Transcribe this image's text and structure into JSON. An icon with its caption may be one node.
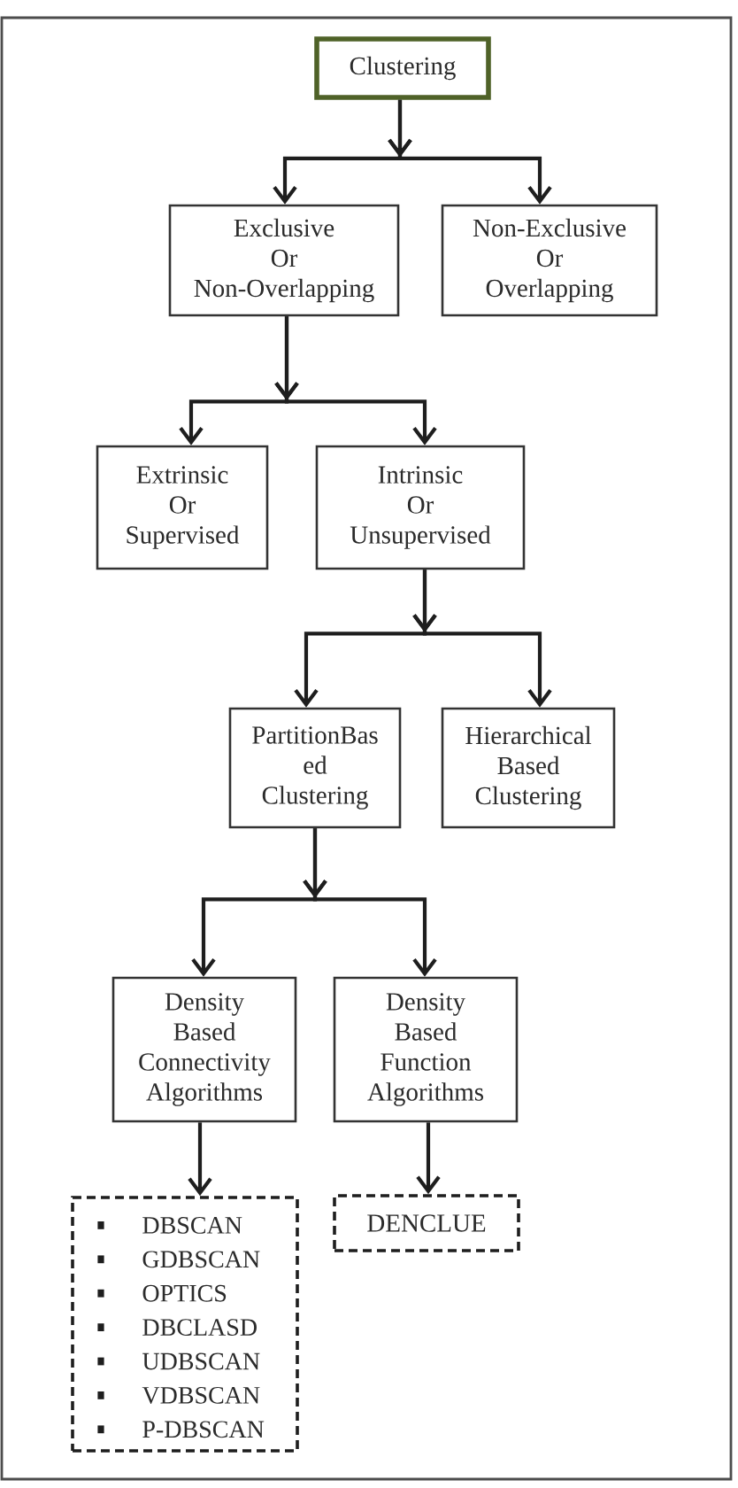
{
  "diagram": {
    "nodes": [
      {
        "text": [
          "Clustering"
        ]
      },
      {
        "text": [
          "Exclusive Or Non-Overlapping"
        ]
      },
      {
        "text": [
          "Non-Exclusive Or Overlapping"
        ]
      },
      {
        "text": [
          "Extrinsic Or Supervised"
        ]
      },
      {
        "text": [
          "Intrinsic Or Unsupervised"
        ]
      },
      {
        "text": [
          "PartitionBas ed Clustering"
        ]
      },
      {
        "text": [
          "Hierarchical Based Clustering"
        ]
      },
      {
        "text": [
          "Density Based Connectivity Algorithms"
        ]
      },
      {
        "text": [
          "Density Based Function Algorithms"
        ]
      },
      {
        "text": [
          "DBSCAN",
          "GDBSCAN",
          "OPTICS",
          "DBCLASD",
          "UDBSCAN",
          "VDBSCAN",
          "P-DBSCAN"
        ]
      },
      {
        "text": [
          "DENCLUE"
        ]
      }
    ],
    "edges": [
      {
        "from": 0,
        "to": 1,
        "arrow": "to"
      },
      {
        "from": 0,
        "to": 2,
        "arrow": "to"
      },
      {
        "from": 1,
        "to": 3,
        "arrow": "to"
      },
      {
        "from": 1,
        "to": 4,
        "arrow": "to"
      },
      {
        "from": 4,
        "to": 5,
        "arrow": "to"
      },
      {
        "from": 4,
        "to": 6,
        "arrow": "to"
      },
      {
        "from": 5,
        "to": 7,
        "arrow": "to"
      },
      {
        "from": 5,
        "to": 8,
        "arrow": "to"
      },
      {
        "from": 7,
        "to": 9,
        "arrow": "to"
      },
      {
        "from": 8,
        "to": 10,
        "arrow": "to"
      }
    ]
  }
}
